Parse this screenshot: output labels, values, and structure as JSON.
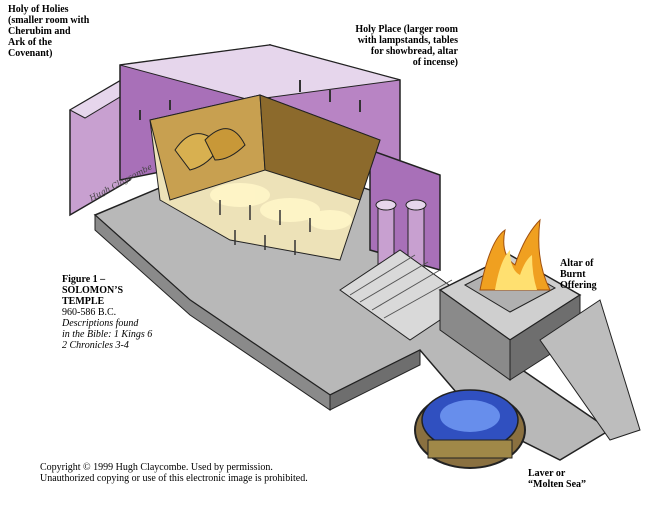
{
  "labels": {
    "holy_of_holies": [
      "Holy of Holies",
      "(smaller room with",
      "Cherubim and",
      "Ark of the",
      "Covenant)"
    ],
    "holy_place": [
      "Holy Place (larger room",
      "with lampstands, tables",
      "for showbread, altar",
      "of incense)"
    ],
    "altar": [
      "Altar of",
      "Burnt",
      "Offering"
    ],
    "laver": [
      "Laver or",
      "“Molten Sea”"
    ]
  },
  "figure": {
    "title": [
      "Figure 1 –",
      "SOLOMON’S",
      "TEMPLE"
    ],
    "dates": "960-586 B.C.",
    "description": [
      "Descriptions found",
      "in the Bible: 1 Kings 6",
      "2 Chronicles 3-4"
    ]
  },
  "signature": "Hugh Claycombe",
  "copyright": [
    "Copyright © 1999 Hugh Claycombe. Used by permission.",
    "Unauthorized copying or use of this electronic image is prohibited."
  ],
  "colors": {
    "wall_purple": "#a870b8",
    "wall_light": "#e6d6ec",
    "floor_gray": "#9a9a9a",
    "floor_light": "#d9d9d9",
    "interior_gold": "#d8b050",
    "fire_orange": "#f0a020",
    "water_blue": "#3050c0"
  }
}
